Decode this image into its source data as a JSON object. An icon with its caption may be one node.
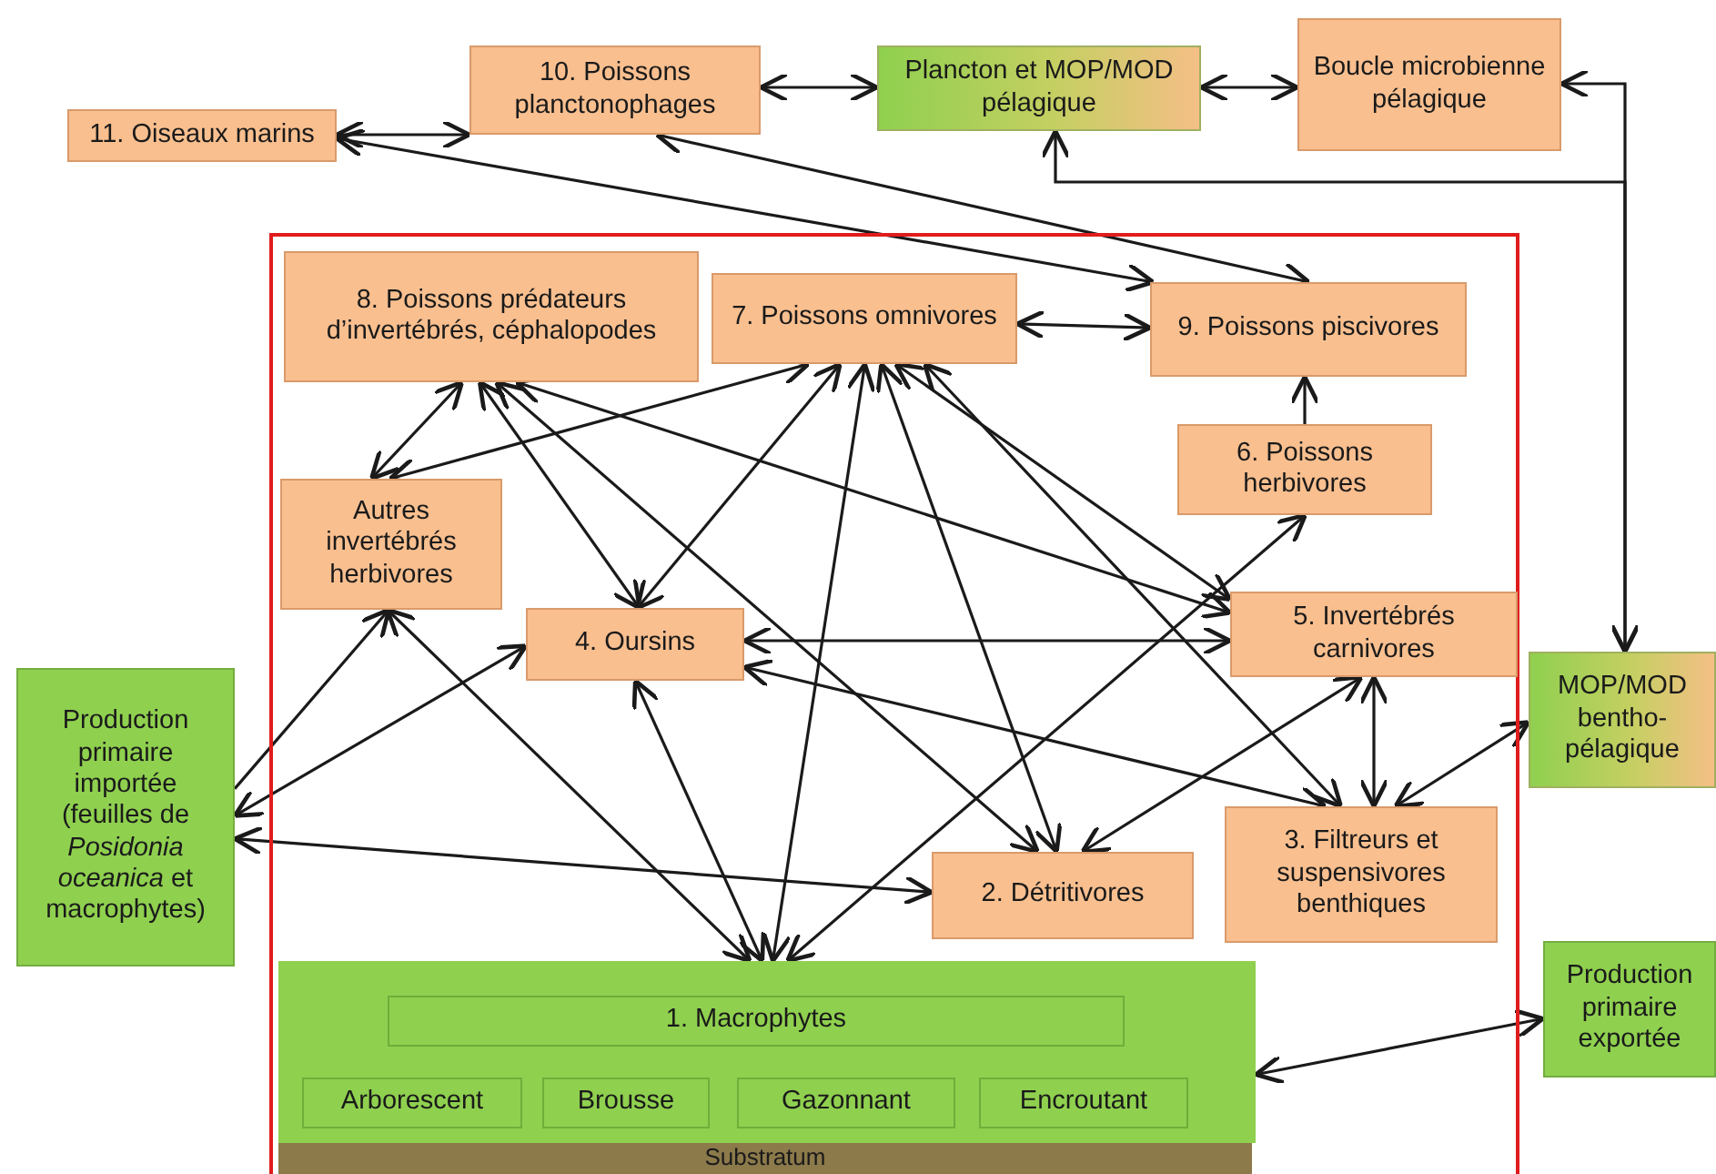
{
  "diagram": {
    "nodes": [
      {
        "text": [
          "11. Oiseaux marins"
        ]
      },
      {
        "text": [
          "10. Poissons planctonophages"
        ]
      },
      {
        "text": [
          "Plancton et MOP/MOD pélagique"
        ]
      },
      {
        "text": [
          "Boucle microbienne pélagique"
        ]
      },
      {
        "text": [],
        "shape": "box"
      },
      {
        "text": [
          "8. Poissons prédateurs d’invertébrés, céphalopodes"
        ],
        "in": 4
      },
      {
        "text": [
          "7. Poissons omnivores"
        ],
        "in": 4
      },
      {
        "text": [
          "9. Poissons piscivores"
        ],
        "in": 4
      },
      {
        "text": [
          "6. Poissons herbivores"
        ],
        "in": 4
      },
      {
        "text": [
          "Autres invertébrés herbivores"
        ],
        "in": 4
      },
      {
        "text": [
          "4. Oursins"
        ],
        "in": 4
      },
      {
        "text": [
          "5. Invertébrés carnivores"
        ],
        "in": 4
      },
      {
        "text": [
          "Production primaire importée (feuilles de *Posidonia oceanica* et macrophytes)"
        ]
      },
      {
        "text": [
          "MOP/MOD bentho-pélagique"
        ]
      },
      {
        "text": [
          "2. Détritivores"
        ],
        "in": 4
      },
      {
        "text": [
          "3. Filtreurs et suspensivores benthiques"
        ],
        "in": 4
      },
      {
        "text": [],
        "shape": "box",
        "in": 4
      },
      {
        "text": [
          "1. Macrophytes"
        ],
        "in": 16
      },
      {
        "text": [
          "Arborescent"
        ],
        "in": 16
      },
      {
        "text": [
          "Brousse"
        ],
        "in": 16
      },
      {
        "text": [
          "Gazonnant"
        ],
        "in": 16
      },
      {
        "text": [
          "Encroutant"
        ],
        "in": 16
      },
      {
        "text": [
          "Production primaire exportée"
        ]
      },
      {
        "text": [
          "Substratum"
        ],
        "in": 4
      }
    ],
    "edges": [
      {
        "from": 0,
        "to": 1,
        "arrow": "both"
      },
      {
        "from": 1,
        "to": 2,
        "arrow": "both"
      },
      {
        "from": 2,
        "to": 3,
        "arrow": "both"
      },
      {
        "from": 3,
        "to": 13,
        "arrow": "both"
      },
      {
        "from": 2,
        "to": 13,
        "arrow": "both"
      },
      {
        "from": 0,
        "to": 7,
        "arrow": "both"
      },
      {
        "from": 1,
        "to": 7,
        "arrow": "both"
      },
      {
        "from": 6,
        "to": 7,
        "arrow": "both"
      },
      {
        "from": 8,
        "to": 7,
        "arrow": "to"
      },
      {
        "from": 5,
        "to": 9,
        "arrow": "both"
      },
      {
        "from": 6,
        "to": 9,
        "arrow": "both"
      },
      {
        "from": 5,
        "to": 10,
        "arrow": "both"
      },
      {
        "from": 5,
        "to": 14,
        "arrow": "both"
      },
      {
        "from": 5,
        "to": 11,
        "arrow": "both"
      },
      {
        "from": 6,
        "to": 10,
        "arrow": "both"
      },
      {
        "from": 6,
        "to": 16,
        "arrow": "both"
      },
      {
        "from": 6,
        "to": 14,
        "arrow": "both"
      },
      {
        "from": 6,
        "to": 11,
        "arrow": "both"
      },
      {
        "from": 6,
        "to": 15,
        "arrow": "both"
      },
      {
        "from": 9,
        "to": 16,
        "arrow": "both"
      },
      {
        "from": 12,
        "to": 9,
        "arrow": "to"
      },
      {
        "from": 12,
        "to": 10,
        "arrow": "both"
      },
      {
        "from": 12,
        "to": 14,
        "arrow": "both"
      },
      {
        "from": 10,
        "to": 16,
        "arrow": "both"
      },
      {
        "from": 11,
        "to": 10,
        "arrow": "both"
      },
      {
        "from": 10,
        "to": 15,
        "arrow": "both"
      },
      {
        "from": 8,
        "to": 16,
        "arrow": "both"
      },
      {
        "from": 11,
        "to": 14,
        "arrow": "both"
      },
      {
        "from": 11,
        "to": 15,
        "arrow": "both"
      },
      {
        "from": 15,
        "to": 13,
        "arrow": "both"
      },
      {
        "from": 16,
        "to": 22,
        "arrow": "both"
      }
    ]
  }
}
